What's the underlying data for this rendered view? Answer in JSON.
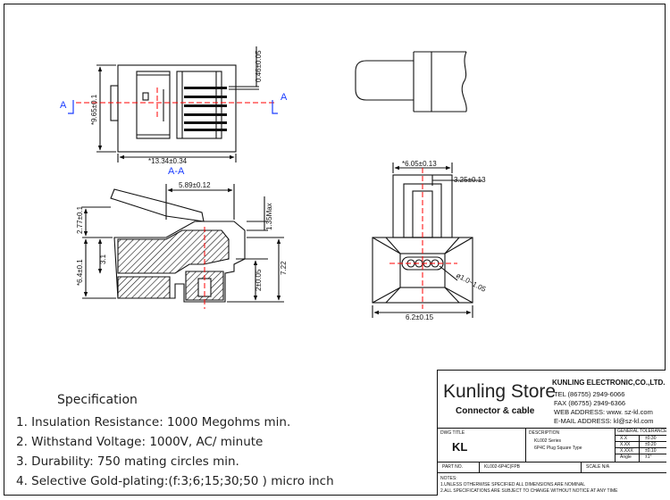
{
  "top_view": {
    "width_dim": "*13.34±0.34",
    "height_dim": "*9.65±0.1",
    "pin_dim": "0.46±0.05",
    "section_left": "A",
    "section_right": "A",
    "section_label": "A-A"
  },
  "section_view": {
    "dim_top": "5.89±0.12",
    "dim_right_small": "1.35Max",
    "dim_left_top": "2.77±0.1",
    "dim_left_mid": "*6.4±0.1",
    "dim_left_inner": "3.1",
    "dim_right_a": "2±0.05",
    "dim_right_b": "7.22"
  },
  "front_view": {
    "dim_top": "*6.05±0.13",
    "dim_top_right": "3.25±0.13",
    "dim_bottom": "6.2±0.15",
    "dim_circle": "ø1.0~1.05"
  },
  "spec": {
    "title": "Specification",
    "items": [
      "1. Insulation Resistance:  1000 Megohms min.",
      "2. Withstand Voltage: 1000V, AC/ minute",
      "3. Durability: 750 mating circles min.",
      "4. Selective Gold-plating:(f:3;6;15;30;50 ) micro inch"
    ]
  },
  "title_block": {
    "store_name": "Kunling Store",
    "store_sub": "Connector & cable",
    "company": "KUNLING ELECTRONIC,CO.,LTD.",
    "tel": "TEL (86755) 2949-6066",
    "fax": "FAX (86755) 2949-6366",
    "web": "WEB ADDRESS: www. sz-kl.com",
    "email": "E-MAIL ADDRESS: kl@sz-kl.com",
    "dwg_title_label": "DWG TITLE",
    "dwg_title_value": "KL",
    "desc_label": "DESCRIPTION",
    "desc_line1": "KL002 Series",
    "desc_line2": "6P4C Plug Square Type",
    "tol_header": "GENERAL TOLERANCE",
    "tol_rows": [
      [
        "X.X",
        "±0.30"
      ],
      [
        "X.XX",
        "±0.20"
      ],
      [
        "X.XXX",
        "±0.10"
      ],
      [
        "Angle",
        "±1°"
      ]
    ],
    "part_no_label": "PART NO.",
    "part_no_value": "KL002-6P4C(FPB",
    "scale_label": "SCALE N/A",
    "notes_label": "NOTES:",
    "note1": "1.UNLESS OTHERWISE SPECIFIED ALL DIMENSIONS ARE NOMINAL",
    "note2": "2.ALL SPECIFICATIONS ARE SUBJECT TO CHANGE WITHOUT NOTICE AT ANY TIME"
  },
  "colors": {
    "line": "#111111",
    "centerline": "#ff0000",
    "section": "#1a3cff"
  }
}
